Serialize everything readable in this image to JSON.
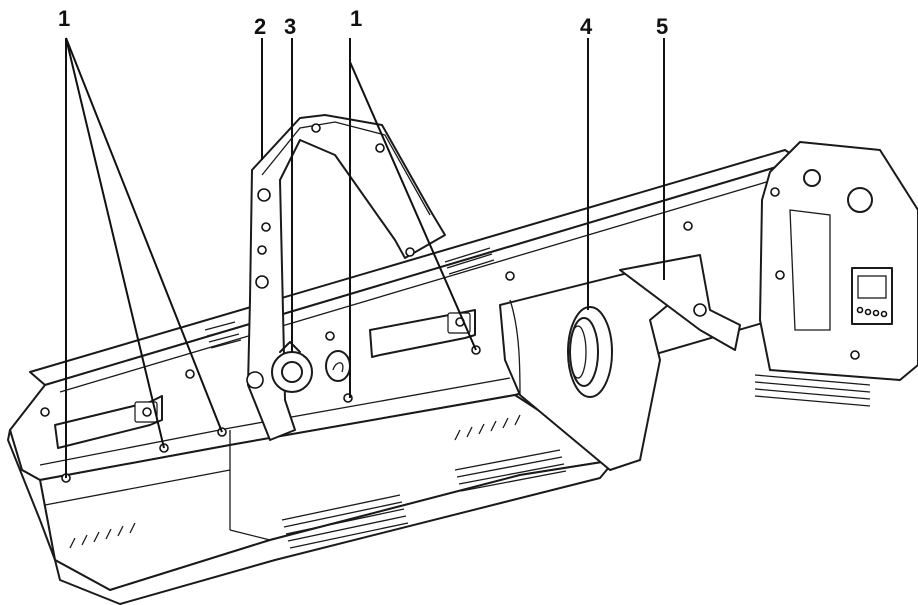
{
  "callouts": [
    {
      "id": "c1a",
      "label": "1"
    },
    {
      "id": "c2",
      "label": "2"
    },
    {
      "id": "c3",
      "label": "3"
    },
    {
      "id": "c1b",
      "label": "1"
    },
    {
      "id": "c4",
      "label": "4"
    },
    {
      "id": "c5",
      "label": "5"
    }
  ]
}
